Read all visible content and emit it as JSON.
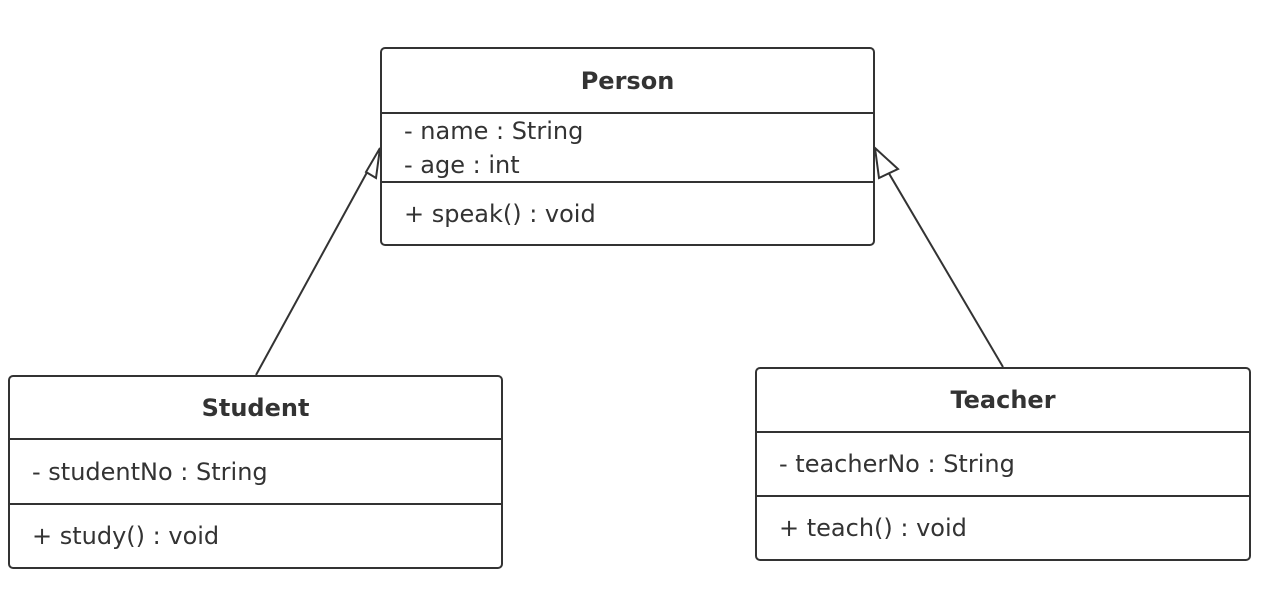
{
  "diagram": {
    "classes": {
      "person": {
        "name": "Person",
        "attributes": [
          "- name : String",
          "- age : int"
        ],
        "operations": [
          "+ speak() : void"
        ]
      },
      "student": {
        "name": "Student",
        "attributes": [
          "- studentNo : String"
        ],
        "operations": [
          "+ study() : void"
        ]
      },
      "teacher": {
        "name": "Teacher",
        "attributes": [
          "- teacherNo : String"
        ],
        "operations": [
          "+ teach() : void"
        ]
      }
    },
    "relationships": [
      {
        "type": "generalization",
        "from": "Student",
        "to": "Person"
      },
      {
        "type": "generalization",
        "from": "Teacher",
        "to": "Person"
      }
    ],
    "colors": {
      "stroke": "#333333",
      "text": "#333333",
      "background": "#ffffff"
    }
  }
}
